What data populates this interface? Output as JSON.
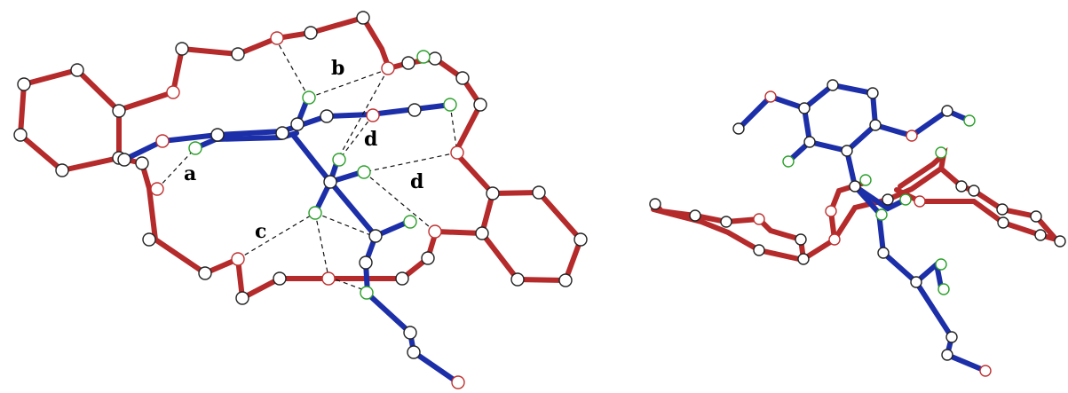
{
  "colors": {
    "guest_bond": "#1c2fa8",
    "host_bond": "#b52a2a",
    "carbon_atom": "#222222",
    "oxygen_atom": "#c03030",
    "hydrogen_atom": "#2aa02a",
    "nitrogen_atom": "#222222",
    "hbond_line": "#111111"
  },
  "labels": {
    "a": "a",
    "b": "b",
    "c": "c",
    "d1": "d",
    "d2": "d"
  }
}
